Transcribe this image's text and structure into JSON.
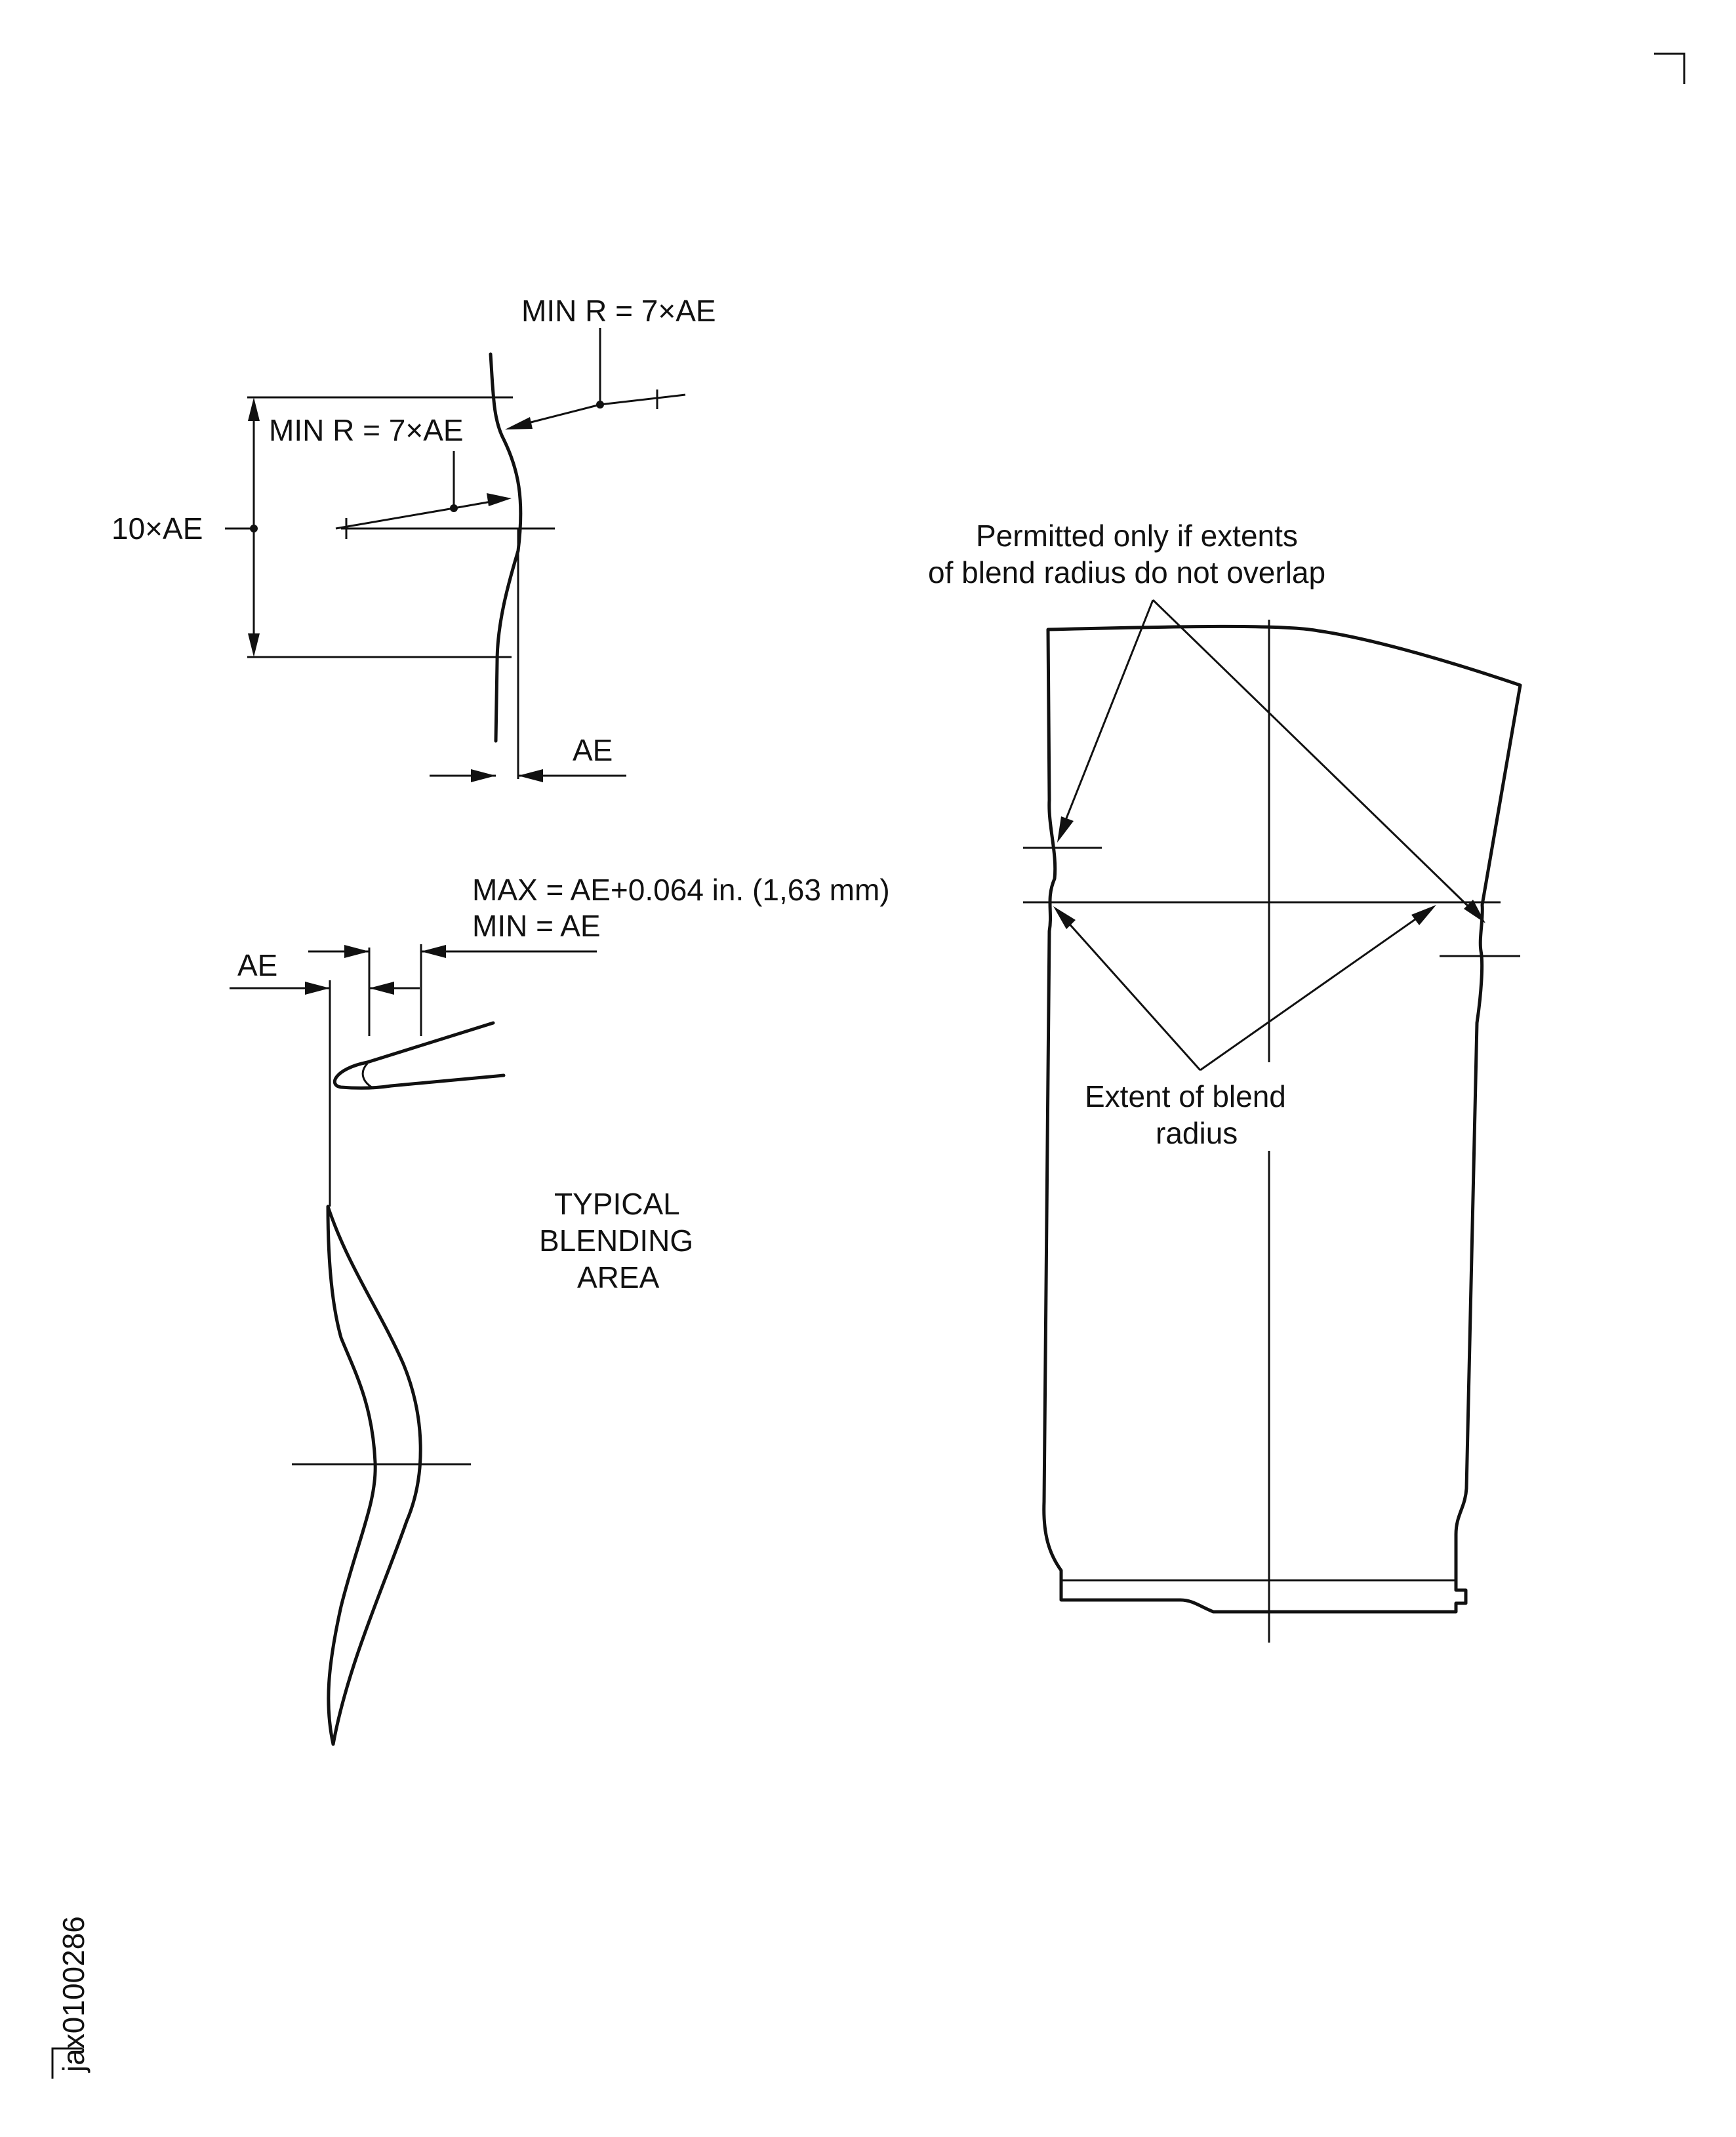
{
  "figure_id": "jax0100286",
  "detail_a": {
    "outer_radius_label": "MIN  R = 7×AE",
    "inner_radius_label": "MIN  R = 7×AE",
    "length_label": "10×AE",
    "depth_label": "AE"
  },
  "detail_b": {
    "max_label": "MAX = AE+0.064 in. (1,63  mm)",
    "min_label": "MIN = AE",
    "ae_label": "AE",
    "area_label_line1": "TYPICAL",
    "area_label_line2": "BLENDING",
    "area_label_line3": "AREA"
  },
  "blade_view": {
    "permitted_line1": "Permitted  only  if  extents",
    "permitted_line2": "of  blend  radius  do  not  overlap",
    "extent_line1": "Extent  of  blend",
    "extent_line2": "radius"
  },
  "colors": {
    "ink": "#111111",
    "paper": "#ffffff"
  }
}
